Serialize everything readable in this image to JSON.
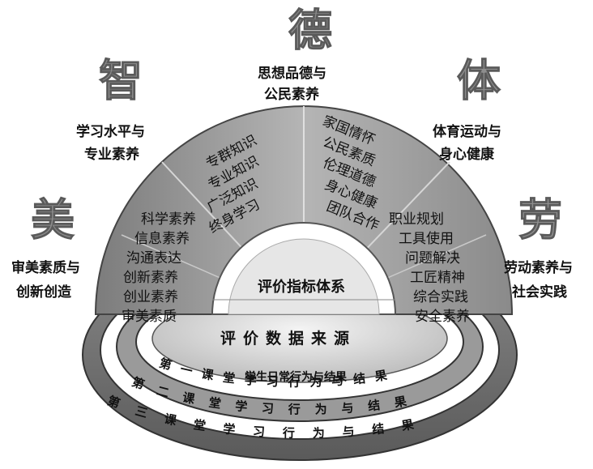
{
  "dimensions": [
    {
      "char": "德",
      "caption": [
        "思想品德与",
        "公民素养"
      ]
    },
    {
      "char": "智",
      "caption": [
        "学习水平与",
        "专业素养"
      ]
    },
    {
      "char": "体",
      "caption": [
        "体育运动与",
        "身心健康"
      ]
    },
    {
      "char": "美",
      "caption": [
        "审美素质与",
        "创新创造"
      ]
    },
    {
      "char": "劳",
      "caption": [
        "劳动素养与",
        "社会实践"
      ]
    }
  ],
  "sectors": {
    "top_left": [
      "专群知识",
      "专业知识",
      "广泛知识",
      "终身学习"
    ],
    "top_right": [
      "家国情怀",
      "公民素质",
      "伦理道德",
      "身心健康",
      "团队合作"
    ],
    "left": [
      "科学素养",
      "信息素养",
      "沟通表达",
      "创新素养",
      "创业素养",
      "审美素质"
    ],
    "right": [
      "职业规划",
      "工具使用",
      "问题解决",
      "工匠精神",
      "综合实践",
      "安全素养"
    ]
  },
  "core_label": "评价指标体系",
  "data_source_label": "评价数据来源",
  "daily_label": "学生日常行为与结果",
  "rings": [
    "第一课堂学习行为与结果",
    "第二课堂学习行为与结果",
    "第三课堂学习行为与结果"
  ]
}
